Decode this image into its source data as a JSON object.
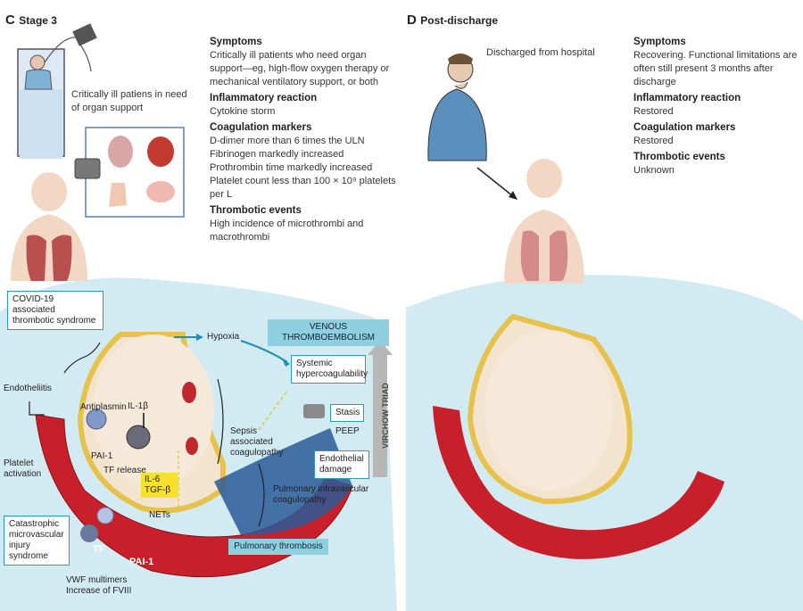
{
  "panel_c": {
    "letter": "C",
    "title": "Stage 3",
    "patient_caption": "Critically ill patiens in need of organ support",
    "sections": [
      {
        "heading": "Symptoms",
        "lines": [
          "Critically ill patients who need organ",
          "support—eg, high-flow oxygen therapy or",
          "mechanical ventilatory support, or both"
        ]
      },
      {
        "heading": "Inflammatory reaction",
        "lines": [
          "Cytokine storm"
        ]
      },
      {
        "heading": "Coagulation markers",
        "lines": [
          "D-dimer more than 6 times the ULN",
          "Fibrinogen markedly increased",
          "Prothrombin time markedly increased",
          "Platelet count less than 100 × 10⁹ platelets per L"
        ]
      },
      {
        "heading": "Thrombotic events",
        "lines": [
          "High incidence of microthrombi and",
          "macrothrombi"
        ]
      }
    ],
    "diagram": {
      "covid_box": "COVID-19 associated thrombotic syndrome",
      "hypoxia": "Hypoxia",
      "vte_box": "VENOUS THROMBOEMBOLISM",
      "systemic_box": "Systemic hypercoagulability",
      "stasis_box": "Stasis",
      "peep": "PEEP",
      "endothelial_box": "Endothelial damage",
      "virchow": "VIRCHOW TRIAD",
      "endotheliitis": "Endotheliitis",
      "antiplasmin": "Antiplasmin",
      "il1b": "IL-1β",
      "pai1_top": "PAI-1",
      "tf_release": "TF release",
      "il6_tgf": [
        "IL-6",
        "TGF-β"
      ],
      "nets": "NETs",
      "platelet_activation": "Platelet activation",
      "catastrophic_box": "Catastrophic microvascular injury syndrome",
      "tf": "TF",
      "pai1_bottom": "PAI-1",
      "vwf": [
        "VWF multimers",
        "Increase of FVIII"
      ],
      "sepsis": "Sepsis associated coagulopathy",
      "pulm_intravascular": "Pulmonary intravascular coagulopathy",
      "pulm_thrombosis_box": "Pulmonary thrombosis"
    }
  },
  "panel_d": {
    "letter": "D",
    "title": "Post-discharge",
    "patient_caption": "Discharged from hospital",
    "sections": [
      {
        "heading": "Symptoms",
        "lines": [
          "Recovering. Functional limitations are",
          "often still present 3 months after discharge"
        ]
      },
      {
        "heading": "Inflammatory reaction",
        "lines": [
          "Restored"
        ]
      },
      {
        "heading": "Coagulation markers",
        "lines": [
          "Restored"
        ]
      },
      {
        "heading": "Thrombotic events",
        "lines": [
          "Unknown"
        ]
      }
    ]
  },
  "colors": {
    "accent_teal": "#2a9bb5",
    "background_light_blue": "#cfe9f2",
    "vessel_red": "#c8202a",
    "highlight_yellow": "#f5e12e"
  }
}
